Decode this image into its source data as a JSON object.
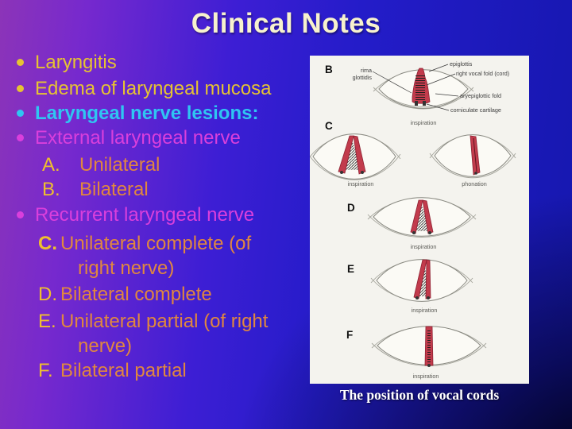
{
  "title": "Clinical Notes",
  "colors": {
    "background_purple": "#8C34B8",
    "background_blue": "#241CC9",
    "background_dark_corner": "#02020E",
    "title_cream": "#F7F2CD",
    "bullet_yellow": "#E6C332",
    "bullet_cyan": "#2FC6F2",
    "bullet_magenta": "#DA3FDC",
    "letter_yellow": "#EFBF2E",
    "item_orange": "#E0873F",
    "vocal_fold_red": "#C23B4C",
    "caption_white": "#FFFFFF"
  },
  "bullet_glyph": "•",
  "list": [
    {
      "text": "Laryngitis"
    },
    {
      "text": "Edema of laryngeal mucosa"
    },
    {
      "text": "Laryngeal nerve lesions:"
    },
    {
      "text": "External laryngeal nerve"
    },
    {
      "letter": "A.",
      "text": "Unilateral"
    },
    {
      "letter": "B.",
      "text": "Bilateral"
    },
    {
      "text": "Recurrent laryngeal nerve"
    },
    {
      "letter": "C.",
      "line1": "Unilateral complete (of",
      "line2": "right nerve)"
    },
    {
      "letter": "D.",
      "text": "Bilateral complete"
    },
    {
      "letter": "E.",
      "line1": "Unilateral partial (of right",
      "line2": "nerve)"
    },
    {
      "letter": "F.",
      "text": "Bilateral partial"
    }
  ],
  "figure": {
    "letters": {
      "b": "B",
      "c": "C",
      "d": "D",
      "e": "E",
      "f": "F"
    },
    "labels": {
      "rima1": "rima",
      "rima2": "glottidis",
      "epiglottis": "epiglottis",
      "vocal_fold": "right vocal fold (cord)",
      "aryepiglottic": "aryepiglottic fold",
      "corniculate": "corniculate cartilage"
    },
    "captions": {
      "b": "inspiration",
      "c_left": "inspiration",
      "c_right": "phonation",
      "d": "inspiration",
      "e": "inspiration",
      "f": "inspiration"
    },
    "caption": "The position of vocal cords"
  }
}
